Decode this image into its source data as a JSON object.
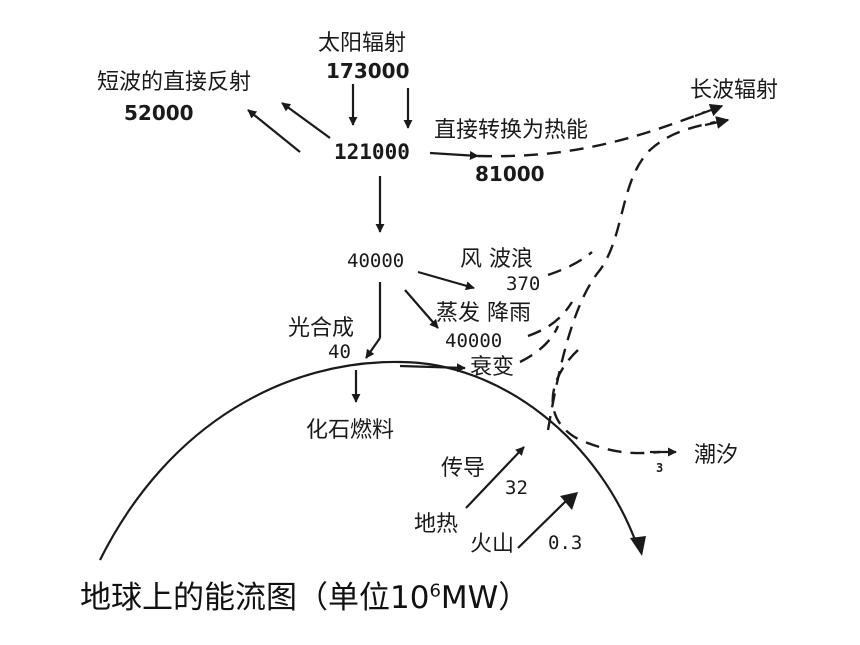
{
  "diagram": {
    "solar": {
      "label": "太阳辐射",
      "value": "173000"
    },
    "reflect": {
      "label": "短波的直接反射",
      "value": "52000"
    },
    "absorbed": "121000",
    "heat": {
      "label": "直接转换为热能",
      "value": "81000"
    },
    "longwave": "长波辐射",
    "remaining": "40000",
    "wind": {
      "label": "风 波浪",
      "value": "370"
    },
    "evap": {
      "label": "蒸发 降雨",
      "value": "40000"
    },
    "decay": "衰变",
    "photo": {
      "label": "光合成",
      "value": "40"
    },
    "fossil": "化石燃料",
    "tide": {
      "label": "潮汐",
      "value": "3"
    },
    "conduct": {
      "label": "传导",
      "value": "32"
    },
    "geo": "地热",
    "volcano": {
      "label": "火山",
      "value": "0.3"
    }
  },
  "caption": {
    "text": "地球上的能流图（单位10",
    "exp": "6",
    "unit": "MW）"
  }
}
